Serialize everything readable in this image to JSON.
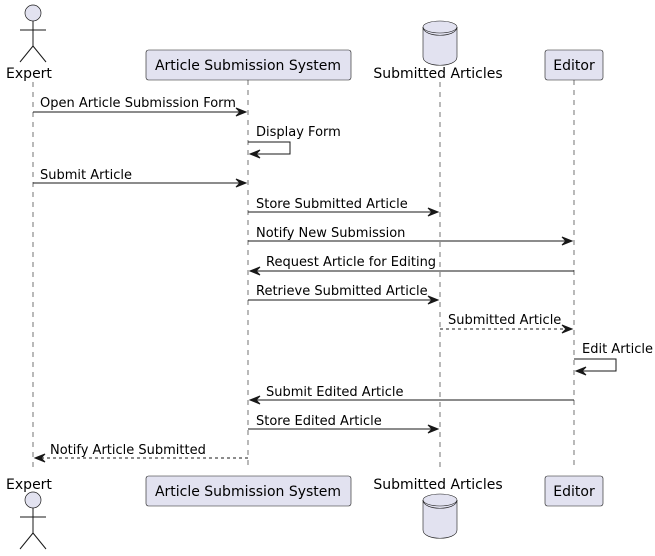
{
  "participants": {
    "expert": "Expert",
    "system": "Article Submission System",
    "db": "Submitted Articles",
    "editor": "Editor"
  },
  "messages": [
    "Open Article Submission Form",
    "Display Form",
    "Submit Article",
    "Store Submitted Article",
    "Notify New Submission",
    "Request Article for Editing",
    "Retrieve Submitted Article",
    "Submitted Article",
    "Edit Article",
    "Submit Edited Article",
    "Store Edited Article",
    "Notify Article Submitted"
  ]
}
